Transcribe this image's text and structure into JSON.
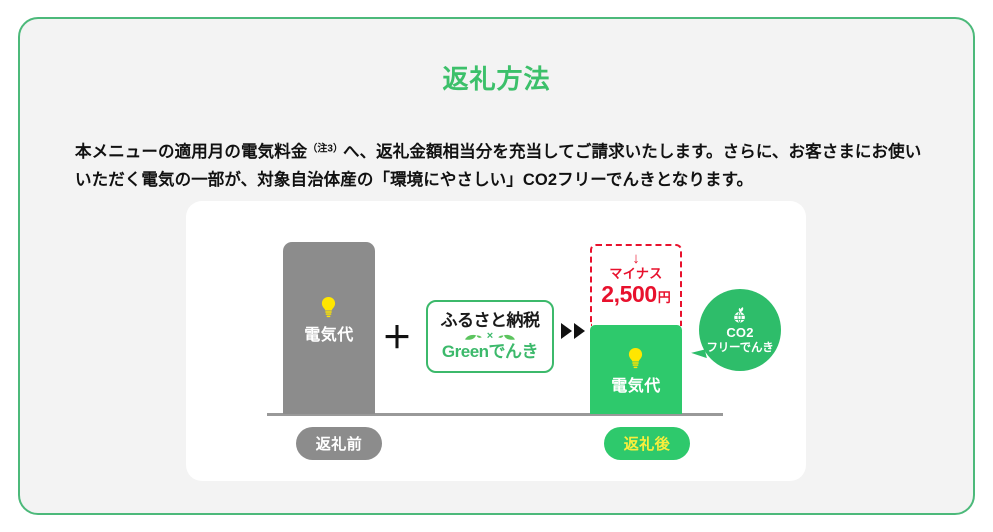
{
  "page": {
    "background_color": "#ffffff",
    "panel_background_color": "#f3f3f3",
    "panel_border_color": "#4cb97a"
  },
  "header": {
    "title": "返礼方法",
    "title_color": "#3cc06a"
  },
  "body": {
    "paragraph_part1": "本メニューの適用月の電気料金",
    "footnote_marker": "（注3）",
    "paragraph_part2": "へ、返礼金額相当分を充当してご請求いたします。さらに、お客さまにお使いいただく電気の一部が、対象自治体産の「環境にやさしい」CO2フリーでんきとなります。"
  },
  "diagram": {
    "before": {
      "bar_label": "電気代",
      "bar_color": "#8c8c8c",
      "pill_label": "返礼前",
      "pill_color": "#8c8c8c",
      "icon": "lightbulb-icon"
    },
    "operator_plus": "＋",
    "logo": {
      "line_top": "ふるさと納税",
      "multiply_symbol": "×",
      "line_bottom": "Greenでんき",
      "border_color": "#3cb96b",
      "text_color": "#3cb96b"
    },
    "transition_arrows": "▶▶",
    "minus_callout": {
      "arrow": "↓",
      "word": "マイナス",
      "amount": "2,500",
      "currency": "円",
      "color": "#e8112d"
    },
    "after": {
      "bar_label": "電気代",
      "bar_color": "#2ec96c",
      "pill_label": "返礼後",
      "pill_color": "#2ec96c",
      "pill_text_color": "#fbee3c",
      "icon": "lightbulb-icon"
    },
    "co2_bubble": {
      "line1": "CO2",
      "line2": "フリーでんき",
      "background_color": "#2ebd6a",
      "icon": "leaf-globe-icon"
    }
  }
}
